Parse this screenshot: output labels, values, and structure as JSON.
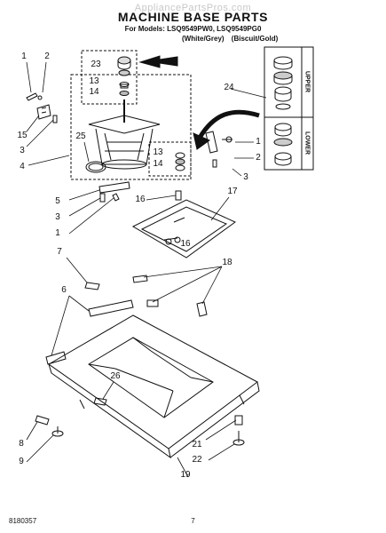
{
  "header": {
    "watermark": "AppliancePartsPros.com",
    "title": "MACHINE BASE PARTS",
    "models": "For Models: LSQ9549PW0, LSQ9549PG0",
    "variant_1": "(White/Grey)",
    "variant_2": "(Biscuit/Gold)"
  },
  "inset": {
    "upper_label": "UPPER",
    "lower_label": "LOWER"
  },
  "callouts": {
    "c23": "23",
    "c13a": "13",
    "c14a": "14",
    "c1a": "1",
    "c2a": "2",
    "c15": "15",
    "c3a": "3",
    "c4": "4",
    "c25": "25",
    "c24": "24",
    "c1b": "1",
    "c2b": "2",
    "c3b": "3",
    "c13b": "13",
    "c14b": "14",
    "c5": "5",
    "c3c": "3",
    "c1c": "1",
    "c16a": "16",
    "c17": "17",
    "c16b": "16",
    "c7": "7",
    "c18": "18",
    "c6": "6",
    "c26": "26",
    "c8": "8",
    "c9": "9",
    "c21": "21",
    "c22": "22",
    "c19": "19"
  },
  "footer": {
    "doc_number": "8180357",
    "page_number": "7"
  }
}
